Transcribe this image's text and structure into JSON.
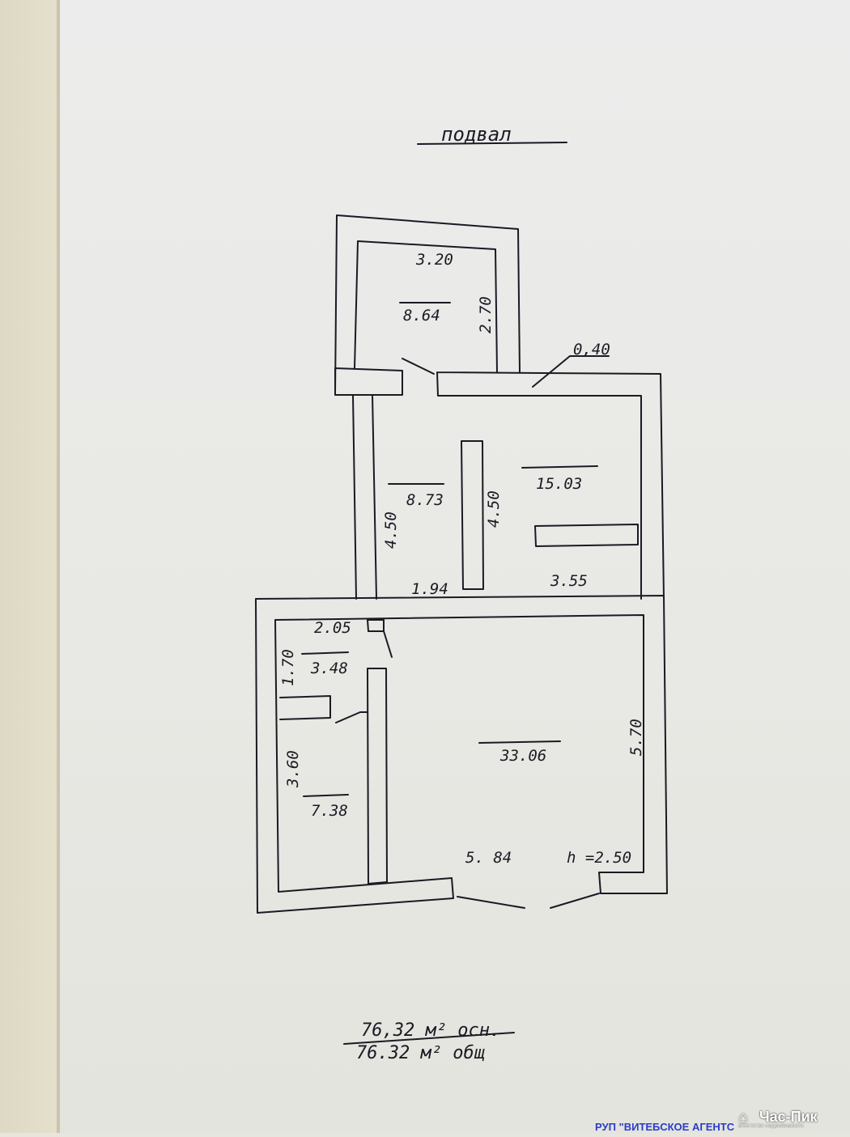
{
  "title": "подвал",
  "dimensions": {
    "d_3_20": "3.20",
    "d_2_70": "2.70",
    "d_0_40": "0,40",
    "d_4_50_left": "4.50",
    "d_4_50_mid": "4.50",
    "d_1_94": "1.94",
    "d_3_55": "3.55",
    "d_2_05": "2.05",
    "d_1_70": "1.70",
    "d_3_60": "3.60",
    "d_5_70": "5.70",
    "d_5_84": "5. 84",
    "height": "h =2.50"
  },
  "areas": {
    "a_8_64": "8.64",
    "a_8_73": "8.73",
    "a_15_03": "15.03",
    "a_3_48": "3.48",
    "a_7_38": "7.38",
    "a_33_06": "33.06"
  },
  "summary": {
    "main_area": "76,32 м² осн.",
    "total_area": "76.32 м² общ"
  },
  "watermark": {
    "logo_name": "Час-Пик",
    "logo_sub": "агентство недвижимости"
  },
  "stamp_text": "РУП \"ВИТЕБСКОЕ АГЕНТС"
}
